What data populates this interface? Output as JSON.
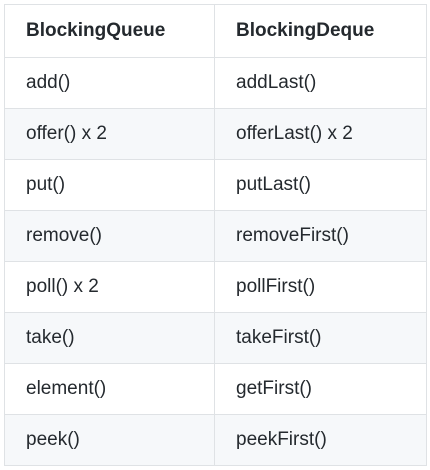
{
  "table": {
    "headers": [
      "BlockingQueue",
      "BlockingDeque"
    ],
    "rows": [
      [
        "add()",
        "addLast()"
      ],
      [
        "offer() x 2",
        "offerLast() x 2"
      ],
      [
        "put()",
        "putLast()"
      ],
      [
        "remove()",
        "removeFirst()"
      ],
      [
        "poll() x 2",
        "pollFirst()"
      ],
      [
        "take()",
        "takeFirst()"
      ],
      [
        "element()",
        "getFirst()"
      ],
      [
        "peek()",
        "peekFirst()"
      ]
    ]
  },
  "colors": {
    "border": "#dfe2e5",
    "stripe": "#f6f8fa",
    "text": "#24292e"
  }
}
